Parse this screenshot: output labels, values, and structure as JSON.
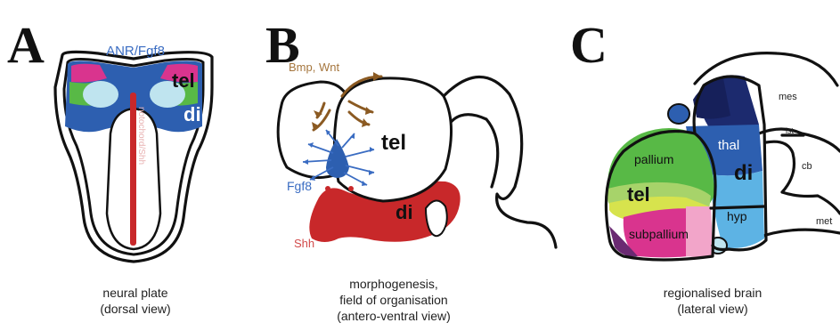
{
  "panels": [
    {
      "letter": "A",
      "labels": {
        "anr": "ANR/Fgf8",
        "tel": "tel",
        "di": "di",
        "midline": "notochord/Shh"
      },
      "caption": [
        "neural plate",
        "(dorsal view)"
      ]
    },
    {
      "letter": "B",
      "labels": {
        "bmp": "Bmp, Wnt",
        "tel": "tel",
        "fgf": "Fgf8",
        "di": "di",
        "shh": "Shh"
      },
      "caption": [
        "morphogenesis,",
        "field of organisation",
        "(antero-ventral view)"
      ]
    },
    {
      "letter": "C",
      "labels": {
        "mes": "mes",
        "isthmus": "ist",
        "cb": "cb",
        "met": "met",
        "thal": "thal",
        "di": "di",
        "pallium": "pallium",
        "tel": "tel",
        "hyp": "hyp",
        "subpallium": "subpallium"
      },
      "caption": [
        "regionalised brain",
        "(lateral view)"
      ]
    }
  ],
  "colors": {
    "blue": "#2d5fb0",
    "darkblue": "#1c2a6e",
    "navy": "#16205a",
    "lightblue": "#5db3e4",
    "cyan": "#bfe4ef",
    "green": "#58b946",
    "lightgreen": "#a7d36a",
    "yellowgreen": "#d7e34d",
    "magenta": "#d9348e",
    "pink": "#f2a5c9",
    "purple": "#6a2a72",
    "red": "#c8282a",
    "brown": "#8b5a22"
  }
}
